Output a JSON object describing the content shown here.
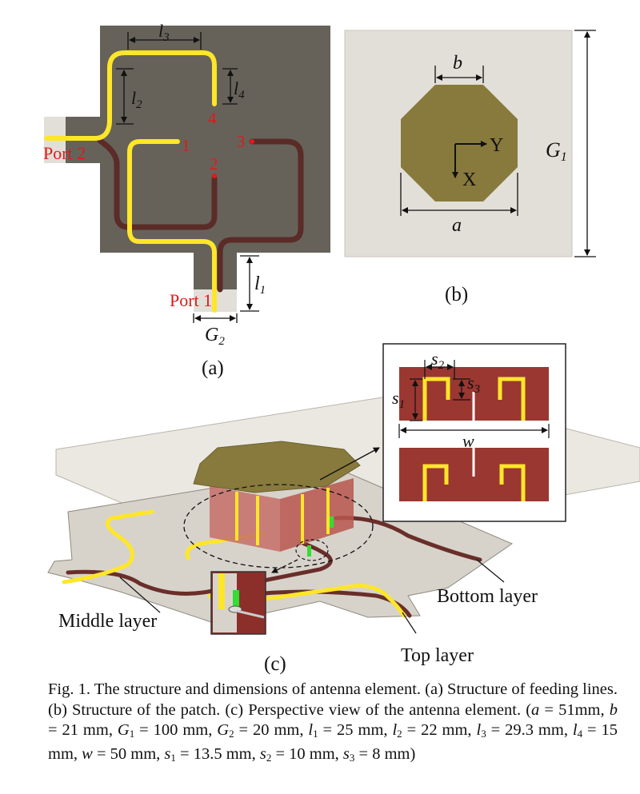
{
  "colors": {
    "board_dark": "#66625a",
    "substrate_light": "#e2dfd8",
    "feed_yellow": "#ffe629",
    "feed_maroon": "#5b2b27",
    "patch_olive": "#877a3c",
    "slot_brown": "#9a3731",
    "port_red": "#e0191b"
  },
  "panel_a": {
    "ports": [
      "Port 2",
      "Port 1"
    ],
    "nodes": [
      "1",
      "2",
      "3",
      "4"
    ],
    "dim_main": [
      "l",
      "l",
      "l",
      "l",
      "G"
    ],
    "dim_sub": [
      "3",
      "2",
      "4",
      "1",
      "2"
    ],
    "panel_label": "(a)"
  },
  "panel_b": {
    "dim_main": [
      "b",
      "a",
      "G"
    ],
    "dim_sub": [
      "1"
    ],
    "axes": [
      "Y",
      "X"
    ],
    "panel_label": "(b)"
  },
  "panel_c": {
    "inset_dims": [
      "s",
      "s",
      "s",
      "w"
    ],
    "inset_subs": [
      "2",
      "3",
      "1"
    ],
    "layers": [
      "Middle layer",
      "Bottom layer",
      "Top layer"
    ],
    "panel_label": "(c)"
  },
  "caption": {
    "intro": "Fig. 1.  The structure and dimensions of antenna element. (a) Structure of feeding lines. (b) Structure of the patch. (c) Perspective view of the antenna element. (",
    "params": [
      {
        "sym": "a",
        "sub": "",
        "val": " = 51mm, "
      },
      {
        "sym": "b",
        "sub": "",
        "val": " = 21 mm, "
      },
      {
        "sym": "G",
        "sub": "1",
        "val": " = 100 mm, "
      },
      {
        "sym": "G",
        "sub": "2",
        "val": " = 20 mm, "
      },
      {
        "sym": "l",
        "sub": "1",
        "val": " = 25 mm, "
      },
      {
        "sym": "l",
        "sub": "2",
        "val": " = 22 mm, "
      },
      {
        "sym": "l",
        "sub": "3",
        "val": " = 29.3 mm, "
      },
      {
        "sym": "l",
        "sub": "4",
        "val": " = 15 mm, "
      },
      {
        "sym": "w",
        "sub": "",
        "val": " = 50 mm, "
      },
      {
        "sym": "s",
        "sub": "1",
        "val": " = 13.5 mm, "
      },
      {
        "sym": "s",
        "sub": "2",
        "val": " = 10 mm, "
      },
      {
        "sym": "s",
        "sub": "3",
        "val": " = 8 mm"
      }
    ],
    "outro": ")"
  }
}
